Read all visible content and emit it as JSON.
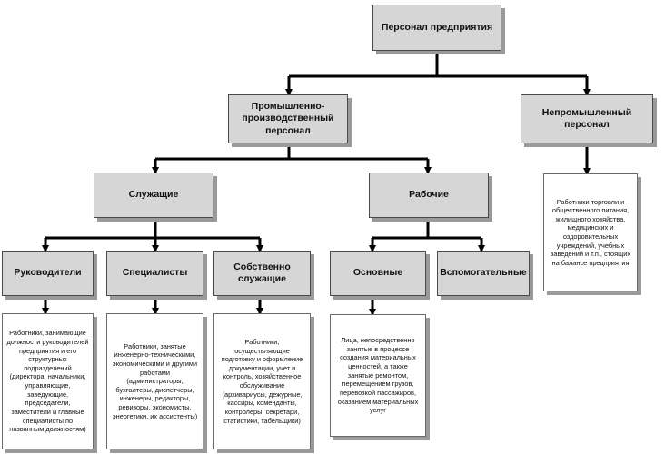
{
  "nodes": {
    "root": "Персонал предприятия",
    "industrial": "Промышленно-производственный персонал",
    "nonindustrial": "Непромышленный персонал",
    "employees": "Служащие",
    "workers": "Рабочие",
    "managers": "Руководители",
    "specialists": "Специалисты",
    "clerks": "Собственно служащие",
    "main": "Основные",
    "auxiliary": "Вспомогательные"
  },
  "descriptions": {
    "managers": "Работники, занимающие должности руководителей предприятия и его структурных подразделений (директора, начальники, управляющие, заведующие, председатели, заместители и главные специалисты по названным должностям)",
    "specialists": "Работники, занятые инженерно-техническими, экономическими и другими работами (администраторы, бухгалтеры, диспетчеры, инженеры, редакторы, ревизоры, экономисты, энергетики, их ассистенты)",
    "clerks": "Работники, осуществляющие подготовку и оформление документации, учет и контроль, хозяйственное обслуживание (архивариусы, дежурные, кассиры, коменданты, контролеры, секретари, статистики, табельщики)",
    "main": "Лица, непосредственно занятые в процессе создания материальных ценностей, а также занятые ремонтом, перемещением грузов, перевозкой пассажиров, оказанием материальных услуг",
    "nonindustrial": "Работники торговли и общественного питания, жилищного хозяйства, медицинских и оздоровительных учреждений, учебных заведений и т.п., стоящих на балансе предприятия"
  }
}
